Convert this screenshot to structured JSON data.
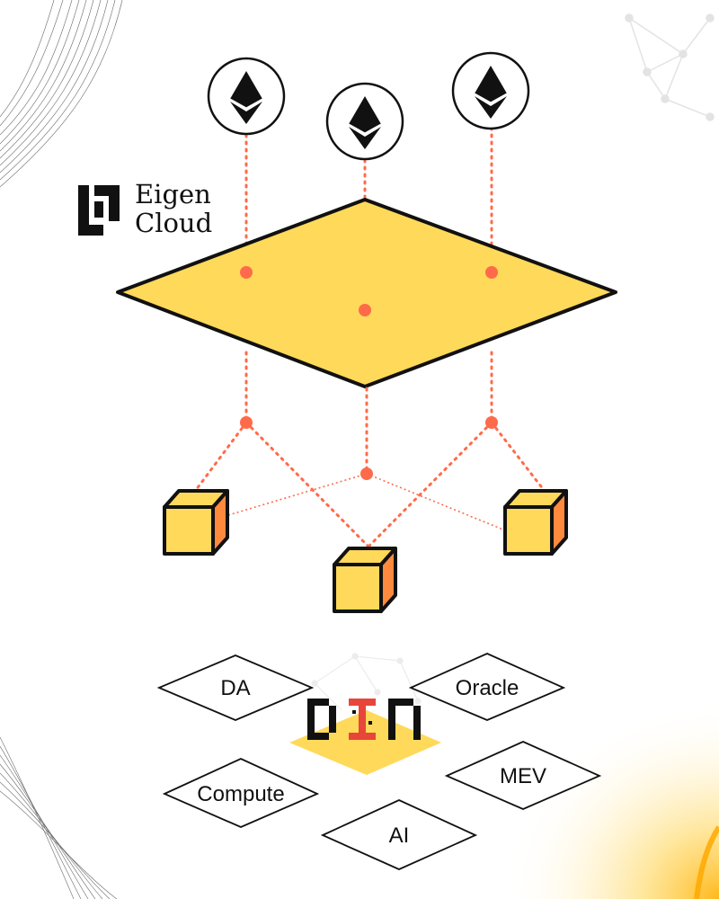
{
  "brand": {
    "line1": "Eigen",
    "line2": "Cloud"
  },
  "din": {
    "letters": [
      "D",
      "I",
      "N"
    ]
  },
  "services": [
    {
      "label": "DA"
    },
    {
      "label": "Oracle"
    },
    {
      "label": "Compute"
    },
    {
      "label": "MEV"
    },
    {
      "label": "AI"
    }
  ],
  "colors": {
    "plane_fill": "#FFD95A",
    "connector": "#FF6B4A",
    "cube_front": "#FFD95A",
    "cube_side": "#FF8A3D",
    "din_red": "#E8463A"
  },
  "icons": {
    "chain": "ethereum-icon",
    "brand": "eigencloud-logo-icon"
  }
}
